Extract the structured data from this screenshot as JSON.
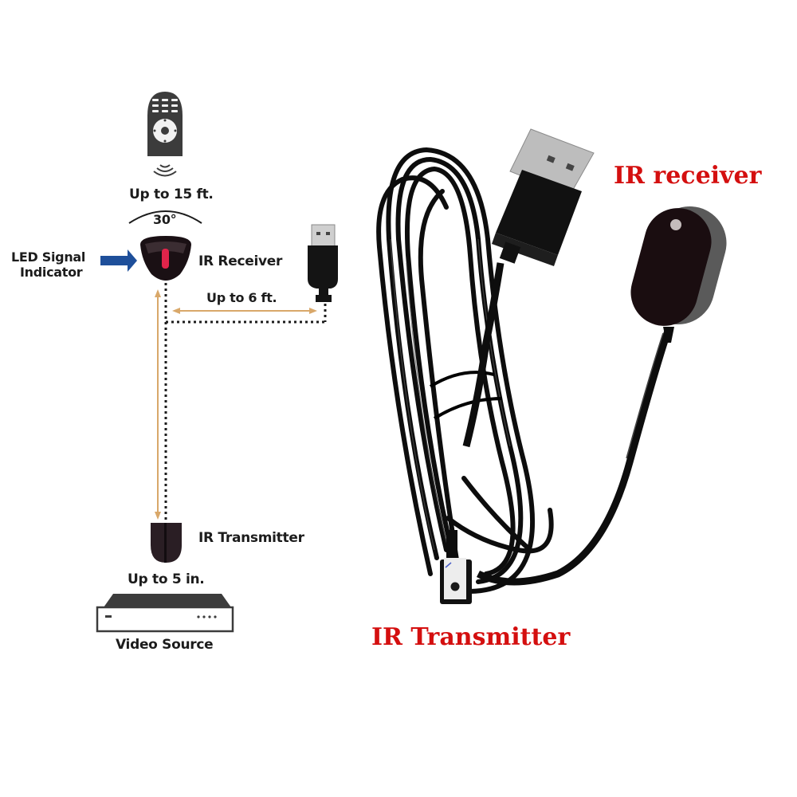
{
  "diagram": {
    "remote": {
      "distance_label": "Up to 15 ft."
    },
    "receiver": {
      "angle_label": "30°",
      "name_label": "IR Receiver",
      "led_label_line1": "LED Signal",
      "led_label_line2": "Indicator"
    },
    "usb": {
      "distance_label": "Up to 6 ft."
    },
    "transmitter": {
      "name_label": "IR Transmitter",
      "distance_label": "Up to 5 in."
    },
    "video_source": {
      "label": "Video Source"
    },
    "colors": {
      "icon_dark": "#3a3a3a",
      "arrow_blue": "#1e4f9a",
      "measure_line": "#d9a86a",
      "led_red": "#e0244a"
    }
  },
  "photo": {
    "receiver_caption": "IR receiver",
    "transmitter_caption": "IR Transmitter",
    "caption_color": "#d40f0f"
  }
}
